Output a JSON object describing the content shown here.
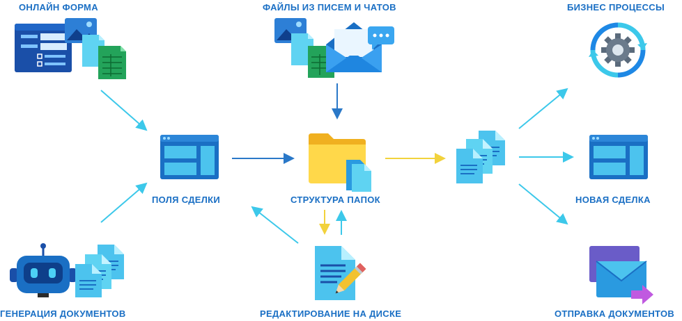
{
  "labels": {
    "online_form": "ОНЛАЙН ФОРМА",
    "files_from_emails": "ФАЙЛЫ ИЗ ПИСЕМ И ЧАТОВ",
    "business_processes": "БИЗНЕС ПРОЦЕССЫ",
    "deal_fields": "ПОЛЯ СДЕЛКИ",
    "folder_structure": "СТРУКТУРА ПАПОК",
    "new_deal": "НОВАЯ СДЕЛКА",
    "document_generation": "ГЕНЕРАЦИЯ ДОКУМЕНТОВ",
    "disk_editing": "РЕДАКТИРОВАНИЕ НА ДИСКЕ",
    "document_sending": "ОТПРАВКА ДОКУМЕНТОВ"
  },
  "colors": {
    "label": "#1a6fc4",
    "arrow_blue": "#2a78c8",
    "arrow_cyan": "#3cc8ea",
    "arrow_yellow": "#f2d23c"
  }
}
